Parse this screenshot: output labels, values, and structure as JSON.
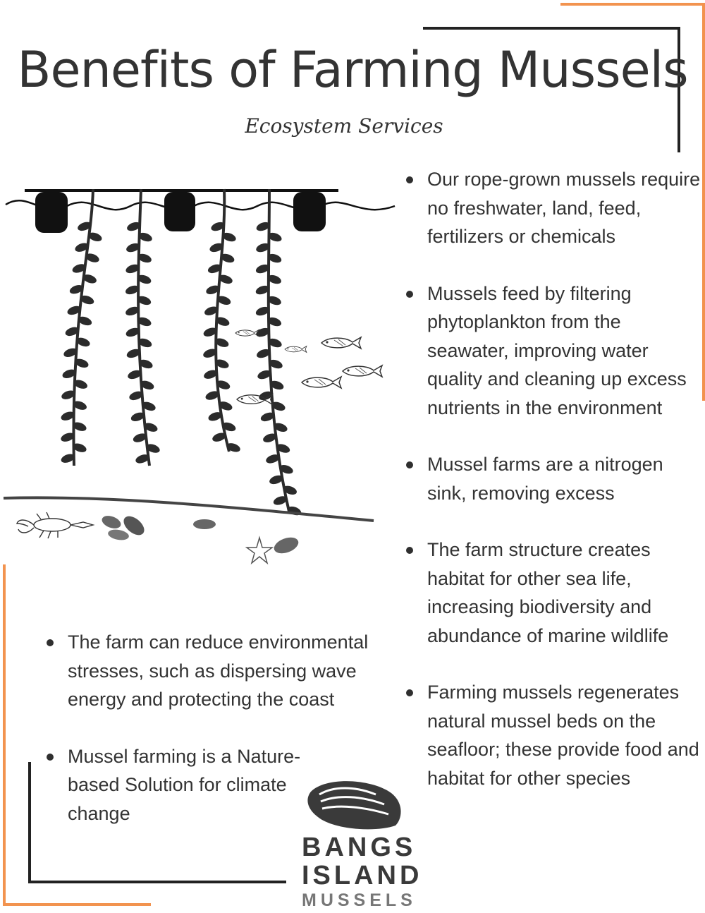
{
  "header": {
    "title": "Benefits of Farming Mussels",
    "subtitle": "Ecosystem Services"
  },
  "right_bullets": [
    "Our rope-grown mussels require no freshwater, land, feed, fertilizers or chemicals",
    "Mussels feed by filtering phytoplankton from the seawater, improving water quality and cleaning up excess nutrients in the environment",
    "Mussel farms are a nitrogen sink, removing excess",
    "The farm structure creates habitat for other sea life, increasing biodiversity and abundance of marine wildlife",
    "Farming mussels regenerates natural mussel beds on the seafloor; these provide food and habitat for other species"
  ],
  "left_bullets": [
    "The farm can reduce environmental stresses, such as dispersing wave energy and protecting the coast",
    "Mussel farming is a Nature-based Solution for climate change"
  ],
  "logo": {
    "line1": "BANGS",
    "line2": "ISLAND",
    "line3": "MUSSELS"
  },
  "colors": {
    "accent_orange": "#f2934f",
    "frame_dark": "#222222",
    "text": "#333333"
  },
  "icons": [
    "mussel-rope-icon",
    "buoy-icon",
    "fish-icon",
    "lobster-icon",
    "starfish-icon",
    "mussel-shell-icon",
    "mussel-logo-icon"
  ]
}
